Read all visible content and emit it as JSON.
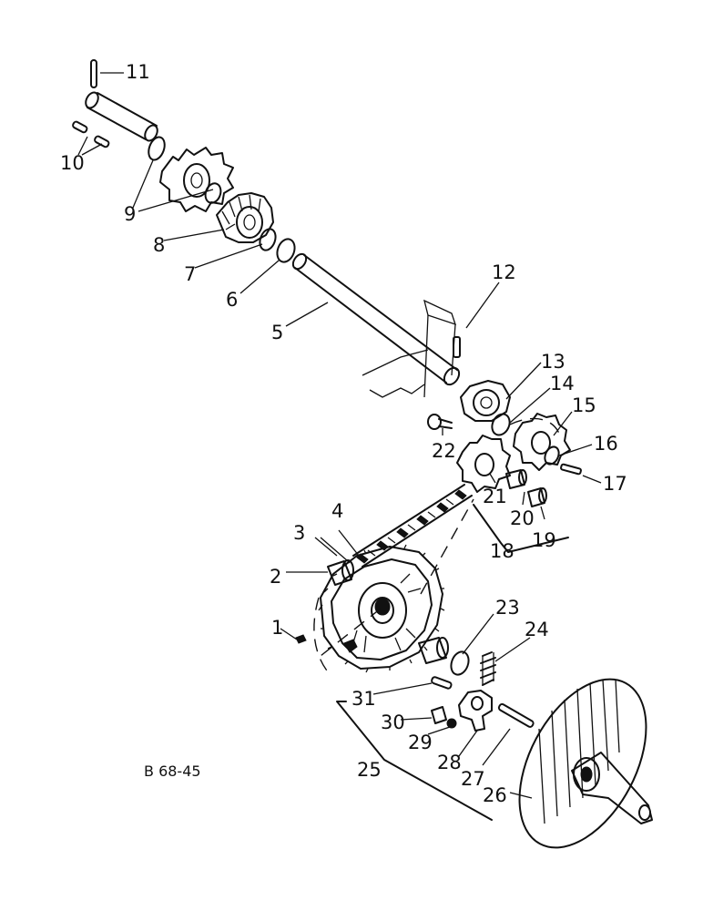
{
  "figure": {
    "code": "B 68-45",
    "labels": [
      {
        "id": "1",
        "text": "1"
      },
      {
        "id": "2",
        "text": "2"
      },
      {
        "id": "3",
        "text": "3"
      },
      {
        "id": "4",
        "text": "4"
      },
      {
        "id": "5",
        "text": "5"
      },
      {
        "id": "6",
        "text": "6"
      },
      {
        "id": "7",
        "text": "7"
      },
      {
        "id": "8",
        "text": "8"
      },
      {
        "id": "9",
        "text": "9"
      },
      {
        "id": "10",
        "text": "10"
      },
      {
        "id": "11",
        "text": "11"
      },
      {
        "id": "12",
        "text": "12"
      },
      {
        "id": "13",
        "text": "13"
      },
      {
        "id": "14",
        "text": "14"
      },
      {
        "id": "15",
        "text": "15"
      },
      {
        "id": "16",
        "text": "16"
      },
      {
        "id": "17",
        "text": "17"
      },
      {
        "id": "18",
        "text": "18"
      },
      {
        "id": "19",
        "text": "19"
      },
      {
        "id": "20",
        "text": "20"
      },
      {
        "id": "21",
        "text": "21"
      },
      {
        "id": "22",
        "text": "22"
      },
      {
        "id": "23",
        "text": "23"
      },
      {
        "id": "24",
        "text": "24"
      },
      {
        "id": "25",
        "text": "25"
      },
      {
        "id": "26",
        "text": "26"
      },
      {
        "id": "27",
        "text": "27"
      },
      {
        "id": "28",
        "text": "28"
      },
      {
        "id": "29",
        "text": "29"
      },
      {
        "id": "30",
        "text": "30"
      },
      {
        "id": "31",
        "text": "31"
      }
    ]
  }
}
